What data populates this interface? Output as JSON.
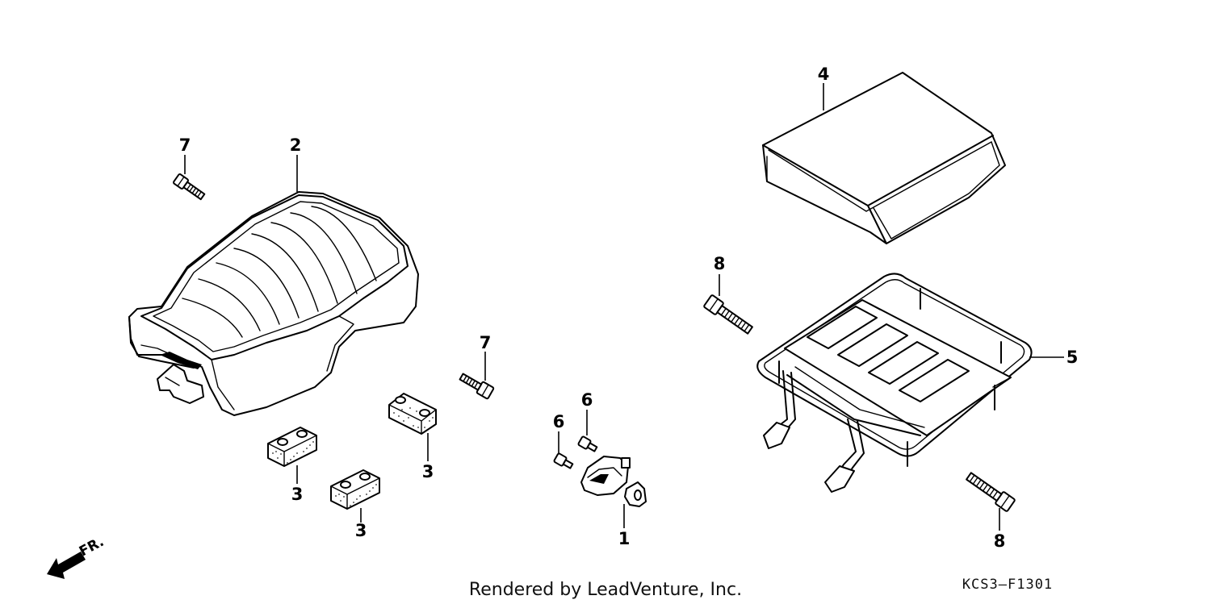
{
  "diagram": {
    "callouts": {
      "c1": "1",
      "c2": "2",
      "c3a": "3",
      "c3b": "3",
      "c3c": "3",
      "c4": "4",
      "c5": "5",
      "c6a": "6",
      "c6b": "6",
      "c7a": "7",
      "c7b": "7",
      "c8a": "8",
      "c8b": "8"
    },
    "front_marker": "FR.",
    "credit": "Rendered by LeadVenture, Inc.",
    "diagram_code": "KCS3–F1301"
  }
}
